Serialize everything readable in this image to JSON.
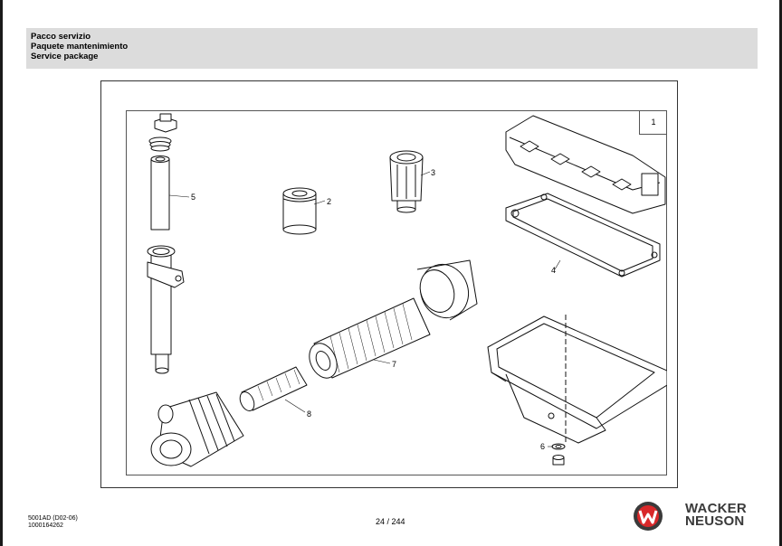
{
  "header": {
    "lines": [
      "Pacco servizio",
      "Paquete mantenimiento",
      "Service package"
    ]
  },
  "figure": {
    "number": "1",
    "callouts": [
      "2",
      "3",
      "4",
      "5",
      "6",
      "7",
      "8"
    ]
  },
  "footer": {
    "doc_code": "5001AD (D02-06)",
    "part_number": "1000164262",
    "page": "24 / 244"
  },
  "logo": {
    "line1": "WACKER",
    "line2": "NEUSON",
    "color_red": "#d8282a",
    "color_grey": "#3a3a3a"
  }
}
